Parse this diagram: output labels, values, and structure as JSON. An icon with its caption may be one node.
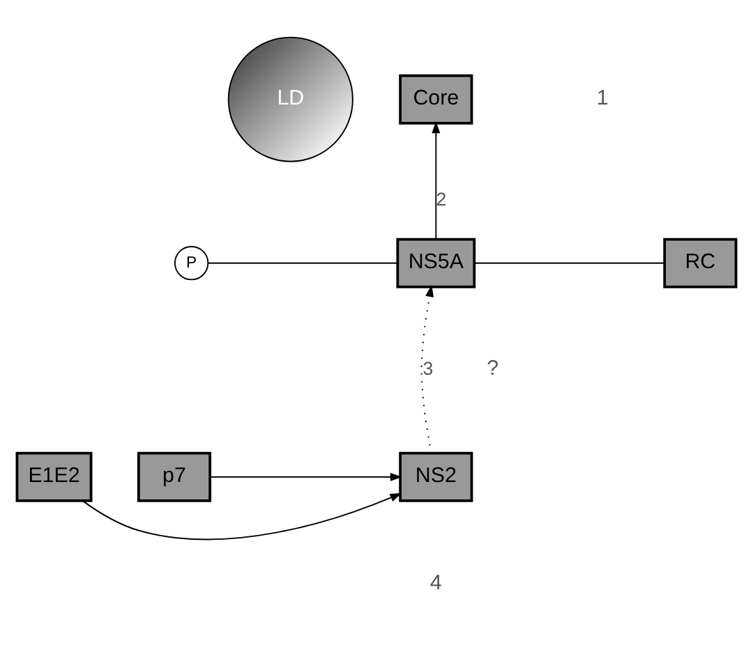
{
  "diagram": {
    "nodes": [
      {
        "text": [
          "LD"
        ]
      },
      {
        "text": [
          "Core"
        ]
      },
      {
        "text": [
          "P"
        ]
      },
      {
        "text": [
          "NS5A"
        ]
      },
      {
        "text": [
          "RC"
        ]
      },
      {
        "text": [
          "E1E2"
        ]
      },
      {
        "text": [
          "NS2"
        ]
      },
      {
        "text": [
          "p7"
        ]
      }
    ],
    "edges": [
      {
        "from": 3,
        "to": 1,
        "arrow": "to",
        "label": "2"
      },
      {
        "from": 2,
        "to": 3,
        "arrow": "none"
      },
      {
        "from": 3,
        "to": 4,
        "arrow": "none"
      },
      {
        "from": 6,
        "to": 3,
        "arrow": "to",
        "label": "3",
        "style": "dashed"
      },
      {
        "from": 5,
        "to": 6,
        "arrow": "to"
      },
      {
        "from": 7,
        "to": 6,
        "arrow": "to"
      }
    ],
    "labels": [
      "1",
      "?",
      "4"
    ]
  }
}
